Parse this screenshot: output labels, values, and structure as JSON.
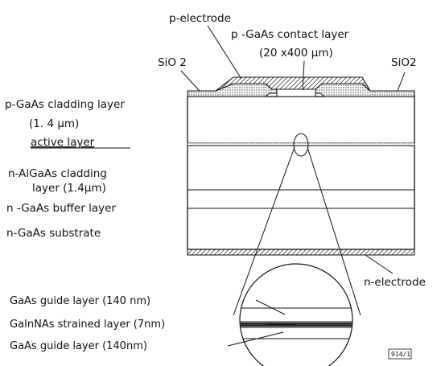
{
  "labels": {
    "p_electrode": "p-electrode",
    "contact_layer": "p -GaAs contact layer",
    "contact_size": "(20 x400 μm)",
    "sio2_left": "SiO 2",
    "sio2_right": "SiO2",
    "p_cladding": "p-GaAs cladding layer",
    "p_cladding_thickness": "(1. 4 μm)",
    "active_layer": "active layer",
    "n_cladding": "n-AlGaAs cladding",
    "n_cladding_thickness": "layer (1.4μm)",
    "buffer_layer": "n -GaAs buffer layer",
    "substrate": "n-GaAs substrate",
    "n_electrode": "n-electrode",
    "guide_top": "GaAs guide layer (140 nm)",
    "strained_layer": "GaInNAs strained layer (7nm)",
    "guide_bottom": "GaAs guide layer (140nm)",
    "figure_tag": "914/1"
  },
  "colors": {
    "ink": "#111111",
    "background": "#ffffff"
  }
}
